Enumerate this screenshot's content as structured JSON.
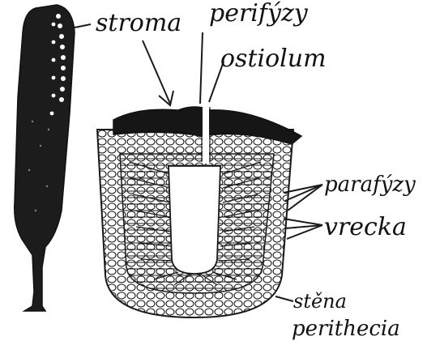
{
  "labels": {
    "stroma": "stroma",
    "perifyzy": "perifýzy",
    "ostiolum": "ostiolum",
    "parafyzy": "parafýzy",
    "vrecka": "vrecka",
    "stena_line1": "stěna",
    "stena_line2": "perithecia"
  },
  "colors": {
    "ink": "#1a1a1a",
    "paper": "#ffffff"
  }
}
